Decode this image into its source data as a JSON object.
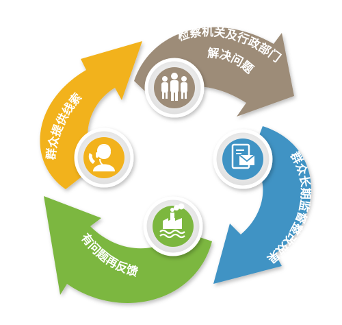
{
  "colors": {
    "gold": "#f2b21c",
    "taupe": "#9d8c78",
    "blue": "#3f93c4",
    "green": "#7cb73f",
    "circle_outer": "#e9e9e9",
    "circle_ring": "#ffffff"
  },
  "arrows": [
    {
      "key": "gold",
      "lines": [
        "群众提供线索"
      ]
    },
    {
      "key": "taupe",
      "lines": [
        "检察机关及行政部门",
        "解决问题"
      ]
    },
    {
      "key": "blue",
      "lines": [
        "群众长期监督整改效果"
      ]
    },
    {
      "key": "green",
      "lines": [
        "有问题再反馈"
      ]
    }
  ],
  "icons": [
    {
      "name": "people-icon"
    },
    {
      "name": "telephone-operator-icon"
    },
    {
      "name": "envelope-document-icon"
    },
    {
      "name": "factory-water-icon"
    }
  ]
}
